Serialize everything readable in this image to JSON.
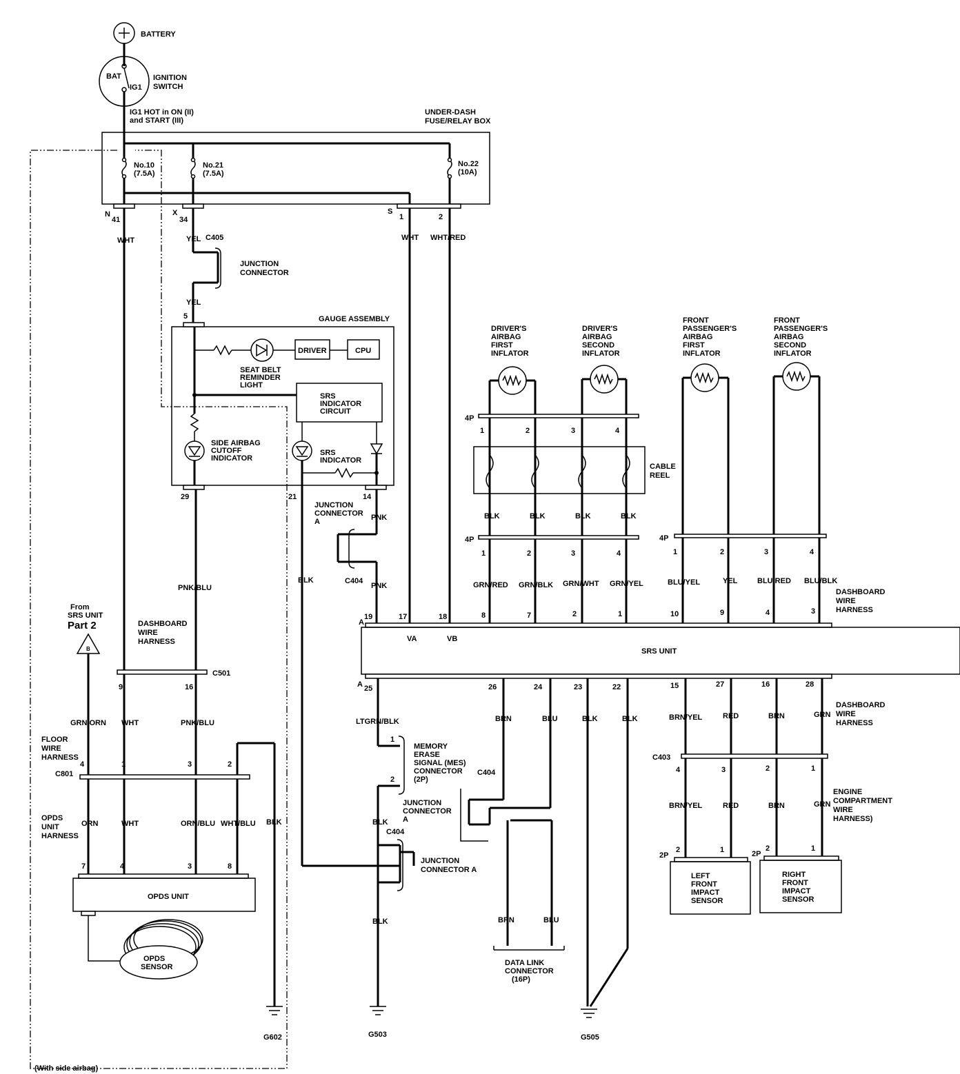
{
  "components": {
    "battery": "BATTERY",
    "ignition_switch": "IGNITION\nSWITCH",
    "bat_terminal": "BAT",
    "ig1_terminal": "IG1",
    "ig1_hot_note": "IG1 HOT in ON (II)\nand START (III)",
    "fuse_box": "UNDER-DASH\nFUSE/RELAY BOX",
    "fuse_10": "No.10\n(7.5A)",
    "fuse_21": "No.21\n(7.5A)",
    "fuse_22": "No.22\n(10A)",
    "junction_connector": "JUNCTION\nCONNECTOR",
    "gauge_assembly": "GAUGE ASSEMBLY",
    "driver": "DRIVER",
    "cpu": "CPU",
    "seat_belt_light": "SEAT BELT\nREMINDER\nLIGHT",
    "srs_indicator_circuit": "SRS\nINDICATOR\nCIRCUIT",
    "side_airbag_cutoff": "SIDE AIRBAG\nCUTOFF\nINDICATOR",
    "srs_indicator": "SRS\nINDICATOR",
    "junction_connector_a": "JUNCTION\nCONNECTOR\nA",
    "junction_connector_a_inline": "JUNCTION\nCONNECTOR A",
    "drv_first": "DRIVER'S\nAIRBAG\nFIRST\nINFLATOR",
    "drv_second": "DRIVER'S\nAIRBAG\nSECOND\nINFLATOR",
    "pas_first": "FRONT\nPASSENGER'S\nAIRBAG\nFIRST\nINFLATOR",
    "pas_second": "FRONT\nPASSENGER'S\nAIRBAG\nSECOND\nINFLATOR",
    "cable_reel": "CABLE\nREEL",
    "dashboard_harness": "DASHBOARD\nWIRE\nHARNESS",
    "srs_unit": "SRS UNIT",
    "va": "VA",
    "vb": "VB",
    "from_srs": "From\nSRS UNIT",
    "part2": "Part 2",
    "triangle_label": "B",
    "floor_harness": "FLOOR\nWIRE\nHARNESS",
    "opds_harness": "OPDS\nUNIT\nHARNESS",
    "opds_unit": "OPDS UNIT",
    "opds_sensor": "OPDS\nSENSOR",
    "mes_connector": "MEMORY\nERASE\nSIGNAL (MES)\nCONNECTOR\n(2P)",
    "engine_harness": "ENGINE\nCOMPARTMENT\nWIRE\nHARNESS)",
    "left_sensor": "LEFT\nFRONT\nIMPACT\nSENSOR",
    "right_sensor": "RIGHT\nFRONT\nIMPACT\nSENSOR",
    "data_link": "DATA LINK\nCONNECTOR\n(16P)",
    "side_airbag_note": "(With side airbag)"
  },
  "connectors": {
    "c405": "C405",
    "c404": "C404",
    "c501": "C501",
    "c801": "C801",
    "c403": "C403",
    "p4": "4P",
    "p2": "2P",
    "g602": "G602",
    "g503": "G503",
    "g505": "G505"
  },
  "wires": {
    "wht": "WHT",
    "yel": "YEL",
    "wht_red": "WHT/RED",
    "pnk": "PNK",
    "pnk_blu": "PNK/BLU",
    "blk": "BLK",
    "grn_red": "GRN/RED",
    "grn_blk": "GRN/BLK",
    "grn_wht": "GRN/WHT",
    "grn_yel": "GRN/YEL",
    "blu_yel": "BLU/YEL",
    "blu_red": "BLU/RED",
    "blu_blk": "BLU/BLK",
    "grn_orn": "GRN/ORN",
    "orn": "ORN",
    "orn_blu": "ORN/BLU",
    "wht_blu": "WHT/BLU",
    "ltgrn_blk": "LTGRN/BLK",
    "brn": "BRN",
    "blu": "BLU",
    "brn_yel": "BRN/YEL",
    "red": "RED",
    "grn": "GRN"
  },
  "pins": {
    "n": "N",
    "x": "X",
    "s": "S",
    "a": "A",
    "n41": "41",
    "x34": "34",
    "s1": "1",
    "s2": "2",
    "g5": "5",
    "g29": "29",
    "g21": "21",
    "g14": "14",
    "u19": "19",
    "u17": "17",
    "u18": "18",
    "u8": "8",
    "u7": "7",
    "u2": "2",
    "u1": "1",
    "u10": "10",
    "u9": "9",
    "u4": "4",
    "u3": "3",
    "l25": "25",
    "l26": "26",
    "l24": "24",
    "l23": "23",
    "l22": "22",
    "l15": "15",
    "l27": "27",
    "l16": "16",
    "l28": "28",
    "c501_9": "9",
    "c501_16": "16",
    "c801_4": "4",
    "c801_1": "1",
    "c801_3": "3",
    "c801_2": "2",
    "op7": "7",
    "op4": "4",
    "op3": "3",
    "op8": "8",
    "mes1": "1",
    "mes2": "2",
    "c403_4": "4",
    "c403_3": "3",
    "c403_2": "2",
    "c403_1": "1",
    "cr1": "1",
    "cr2": "2",
    "cr3": "3",
    "cr4": "4",
    "ls2": "2",
    "ls1": "1",
    "rs2": "2",
    "rs1": "1"
  }
}
